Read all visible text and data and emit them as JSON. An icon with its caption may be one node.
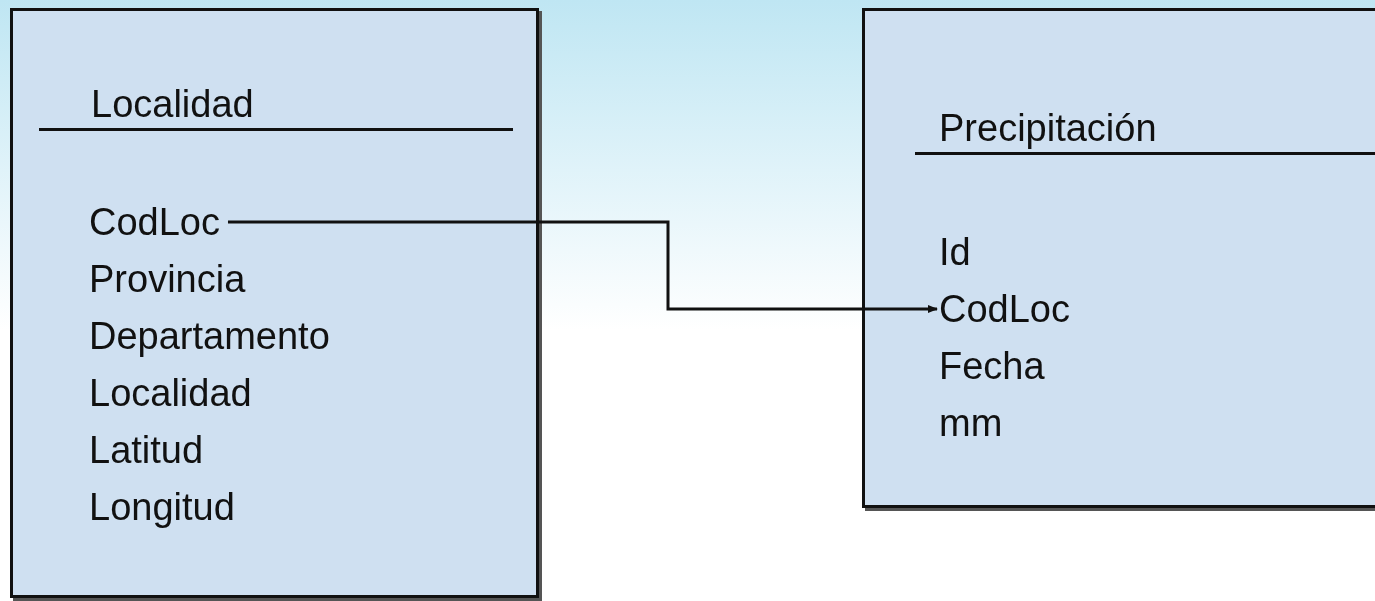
{
  "diagram": {
    "nodes": [
      {
        "text": [
          "Localidad"
        ]
      },
      {
        "text": [
          "CodLoc"
        ],
        "in": 0
      },
      {
        "text": [
          "Provincia"
        ],
        "in": 0
      },
      {
        "text": [
          "Departamento"
        ],
        "in": 0
      },
      {
        "text": [
          "Localidad"
        ],
        "in": 0
      },
      {
        "text": [
          "Latitud"
        ],
        "in": 0
      },
      {
        "text": [
          "Longitud"
        ],
        "in": 0
      },
      {
        "text": [
          "Precipitación"
        ]
      },
      {
        "text": [
          "Id"
        ],
        "in": 7
      },
      {
        "text": [
          "CodLoc"
        ],
        "in": 7
      },
      {
        "text": [
          "Fecha"
        ],
        "in": 7
      },
      {
        "text": [
          "mm"
        ],
        "in": 7
      }
    ],
    "edges": [
      {
        "from": 1,
        "to": 9,
        "arrow": "to"
      }
    ]
  }
}
